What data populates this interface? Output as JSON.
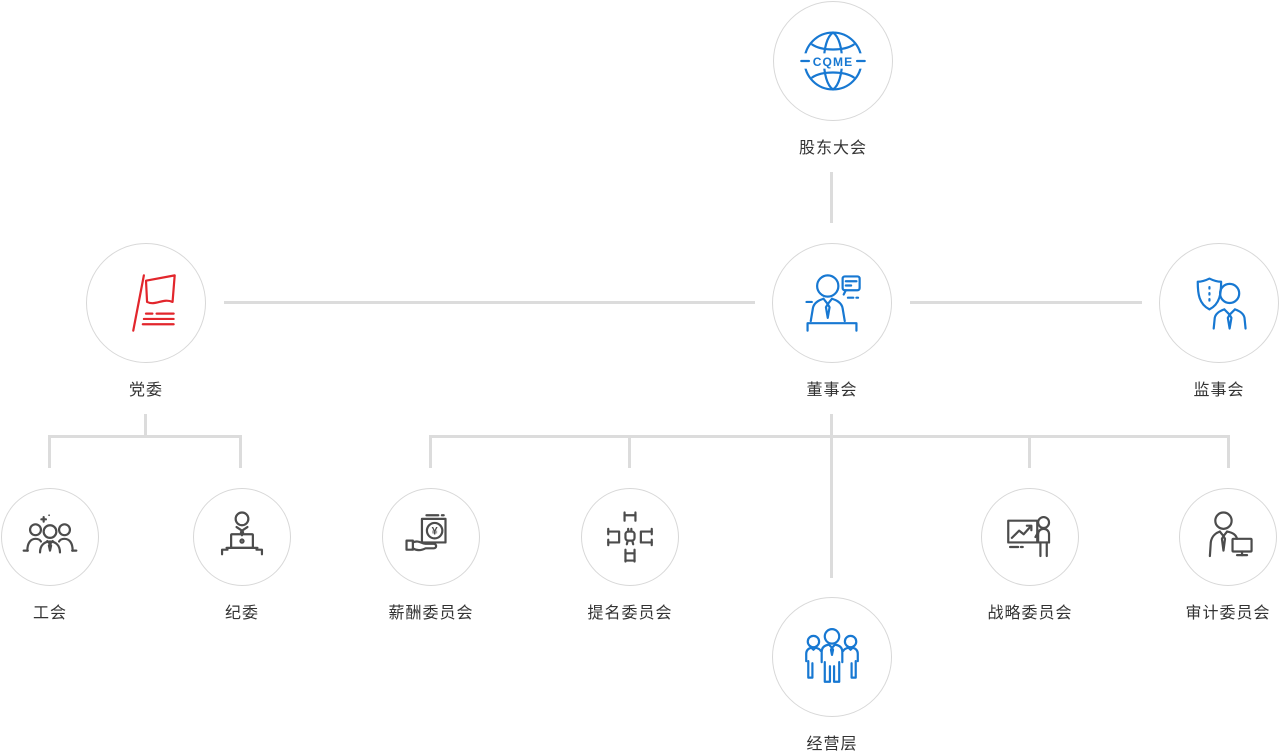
{
  "colors": {
    "accent_blue": "#1778d2",
    "accent_red": "#e2262c",
    "icon_dark": "#4c4c4c",
    "connector_gray": "#dcdcdc",
    "circle_border_gray": "#d8d8d8",
    "label_text": "#333333",
    "background": "#ffffff"
  },
  "org_chart": {
    "nodes": {
      "shareholders": {
        "label": "股东大会",
        "icon": "globe-cqme-icon",
        "icon_text": "CQME"
      },
      "party_committee": {
        "label": "党委",
        "icon": "red-flag-icon"
      },
      "board_of_directors": {
        "label": "董事会",
        "icon": "presenter-speech-icon"
      },
      "supervisory_board": {
        "label": "监事会",
        "icon": "shield-person-icon"
      },
      "labor_union": {
        "label": "工会",
        "icon": "people-group-icon"
      },
      "discipline_committee": {
        "label": "纪委",
        "icon": "person-laptop-icon"
      },
      "remuneration_committee": {
        "label": "薪酬委员会",
        "icon": "salary-hand-icon",
        "icon_text": "¥"
      },
      "nomination_committee": {
        "label": "提名委员会",
        "icon": "selection-hand-icon"
      },
      "strategy_committee": {
        "label": "战略委员会",
        "icon": "chart-presentation-icon"
      },
      "audit_committee": {
        "label": "审计委员会",
        "icon": "person-monitor-icon"
      },
      "management": {
        "label": "经营层",
        "icon": "team-icon"
      }
    }
  }
}
